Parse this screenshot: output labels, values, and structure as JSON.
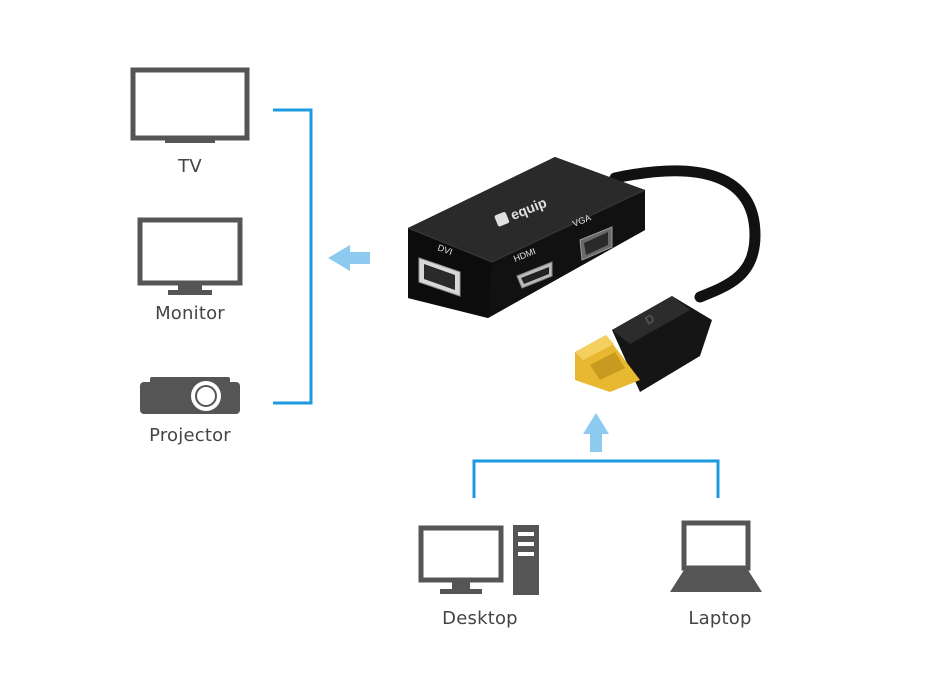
{
  "outputs": {
    "tv": {
      "label": "TV",
      "icon": "tv-icon"
    },
    "monitor": {
      "label": "Monitor",
      "icon": "monitor-icon"
    },
    "projector": {
      "label": "Projector",
      "icon": "projector-icon"
    }
  },
  "sources": {
    "desktop": {
      "label": "Desktop",
      "icon": "desktop-icon"
    },
    "laptop": {
      "label": "Laptop",
      "icon": "laptop-icon"
    }
  },
  "adapter": {
    "brand": "equip",
    "ports": {
      "dvi": "DVI",
      "hdmi": "HDMI",
      "vga": "VGA"
    },
    "connector_mark": "D"
  },
  "colors": {
    "connector_line": "#1e9be0",
    "arrow": "#8ccaf0",
    "icon": "#555555",
    "label": "#444444",
    "adapter_body": "#111111",
    "plug_gold": "#e8b830"
  }
}
